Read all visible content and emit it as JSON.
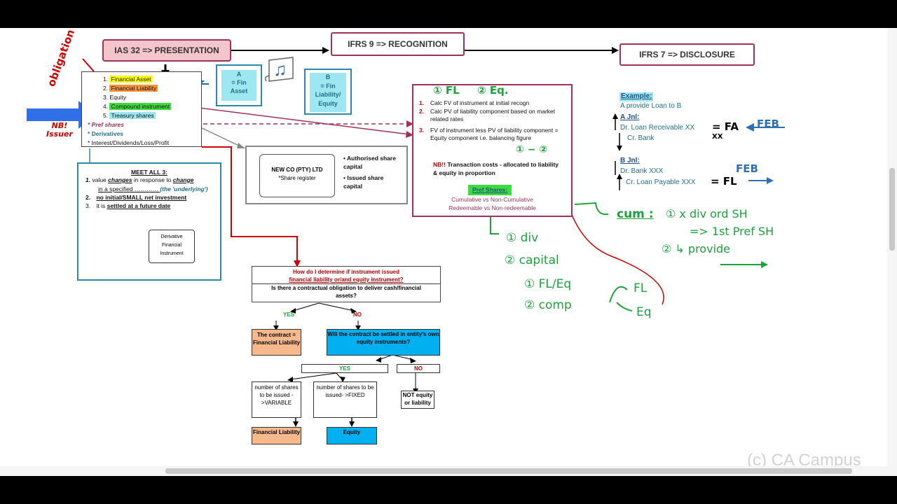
{
  "headers": {
    "ias32": "IAS 32 => PRESENTATION",
    "ifrs9": "IFRS 9 => RECOGNITION",
    "ifrs7": "IFRS 7 => DISCLOSURE"
  },
  "annotations": {
    "obligation": "obligation",
    "nb_issuer_1": "NB!",
    "nb_issuer_2": "Issuer"
  },
  "ias32_list": {
    "items": [
      {
        "num": "1.",
        "label": "Financial Asset"
      },
      {
        "num": "2.",
        "label": "Financial Liability"
      },
      {
        "num": "3.",
        "label": "Equity"
      },
      {
        "num": "4.",
        "label": "Compound instrument"
      },
      {
        "num": "5.",
        "label": "Treasury shares"
      }
    ],
    "pref_shares": "* Pref shares",
    "derivatives": "* Derivatives",
    "interest": "* Interest/Dividends/Loss/Profit"
  },
  "party_a": {
    "letter": "A",
    "line1": "= Fin",
    "line2": "Asset"
  },
  "party_b": {
    "letter": "B",
    "line1": "= Fin",
    "line2": "Liability/",
    "line3": "Equity"
  },
  "music_note": "♫",
  "meet_all": {
    "title": "MEET ALL 3:",
    "items": [
      {
        "num": "1.",
        "text1": "value ",
        "em1": "changes",
        "text2": " in response to ",
        "em2": "change",
        "line2a": "in a specified ………… ",
        "line2b": "(the 'underlying')"
      },
      {
        "num": "2.",
        "text": "no initial/SMALL net investment"
      },
      {
        "num": "3.",
        "text1": "it is ",
        "em": "settled at a future date"
      }
    ],
    "derivative_label": [
      "Derivative",
      "Financial",
      "Instrument"
    ]
  },
  "newco": {
    "title": "NEW CO (PTY) LTD",
    "subtitle": "*Share register",
    "bullets": [
      "Authorised share capital",
      "Issued share capital"
    ]
  },
  "compound": {
    "hand_header": [
      "① FL",
      "② Eq."
    ],
    "steps": [
      {
        "num": "1.",
        "text": "Calc FV of instrument at initial recogn"
      },
      {
        "num": "2.",
        "text": "Calc PV of liability component based on market related rates"
      },
      {
        "num": "3.",
        "text": "FV of instrument less PV of liability component = Equity component i.e. balancing figure"
      }
    ],
    "hand_formula": "① − ②",
    "nb_label": "NB!!",
    "nb_text": "Transaction costs - allocated to liability & equity in proportion",
    "pref_title": "Pref Shares:",
    "pref_line1": "Cumulative vs Non-Cumulative",
    "pref_line2": "Redeemable vs Non-redeemable"
  },
  "flow": {
    "q1_line1": "How do I determine if instrument issued",
    "q1_line2": "financial liability or/and equity instrument?",
    "q2": "Is there a contractual obligation to deliver cash/financial assets?",
    "yes": "YES",
    "no": "NO",
    "contract_fl": "The contract = Financial Liability",
    "settled_q": "Will the contract be settled in entity's own equity instruments?",
    "yes2": "YES",
    "no2": "NO",
    "variable": "number of shares to be issued - >VARIABLE",
    "fixed": "number of shares to be issued- >FIXED",
    "not_equity": "NOT equity or liability",
    "fin_liab": "Financial Liability",
    "equity": "Equity"
  },
  "example": {
    "title": "Example:",
    "line": "A provide Loan to B",
    "a_jnl": "A Jnl:",
    "a_dr": "Dr. Loan Receivable XX",
    "a_cr": "Cr. Bank",
    "a_hand": "= FA",
    "a_xx": "XX",
    "feb1": "FEB",
    "b_jnl": "B Jnl:",
    "b_dr": "Dr. Bank XXX",
    "b_cr": "Cr. Loan Payable XXX",
    "b_hand": "= FL",
    "feb2": "FEB"
  },
  "hand_notes": {
    "cum": "cum :",
    "cum_line1": "① x div ord SH",
    "cum_line2": "=> 1st Pref SH",
    "cum_line3": "② ↳ provide",
    "div": "① div",
    "capital": "② capital",
    "fl_eq": "① FL/Eq",
    "comp": "② comp",
    "fl": "FL",
    "eq": "Eq"
  },
  "watermark": "(c) CA Campus",
  "colors": {
    "pink": "#f4c6cc",
    "frame": "#a0325a",
    "teal": "#2a8aa8",
    "cyan": "#00b0f0",
    "orange": "#f7b98b",
    "yellow": "#ffff00",
    "green": "#1ba33b",
    "red": "#c00000",
    "blue_arrow": "#2f6fe8"
  }
}
